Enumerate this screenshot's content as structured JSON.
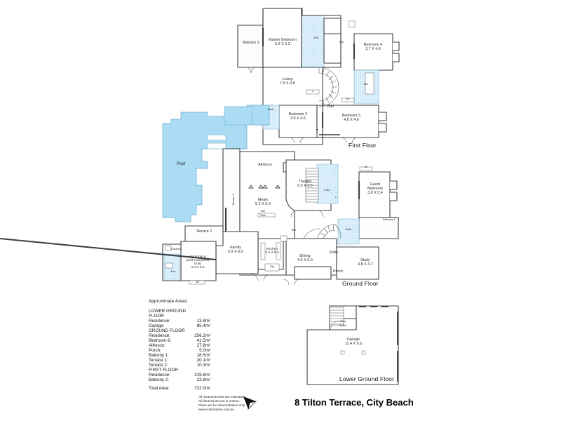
{
  "document": {
    "type": "real-estate-floorplan",
    "title": "8 Tilton Terrace, City Beach",
    "disclaimer": [
      "All measurements are estimates",
      "All dimensions are in metres.",
      "Plans are for demonstration only.",
      "www.cribcreative.com.au"
    ],
    "north_arrow": "north-arrow-icon"
  },
  "colors": {
    "wall": "#3a3f45",
    "pool_fill": "#aadcf4",
    "pool_stroke": "#7fb8d4",
    "wet_fill": "#d6eefb",
    "floor_fill": "#ffffff",
    "balcony_fill": "#fbfbfb",
    "text": "#1c1c1c",
    "title": "#000000"
  },
  "floors": [
    {
      "id": "first-floor",
      "label": "First Floor",
      "rooms": [
        {
          "name": "Balcony 2",
          "dim": ""
        },
        {
          "name": "Master Bedroom",
          "dim": "5.0 X 6.3"
        },
        {
          "name": "Ens",
          "dim": ""
        },
        {
          "name": "Wir",
          "dim": ""
        },
        {
          "name": "Bedroom 4",
          "dim": "3.7 X 4.6"
        },
        {
          "name": "Living",
          "dim": "7.9 X 4.8"
        },
        {
          "name": "Ens",
          "dim": ""
        },
        {
          "name": "Bath",
          "dim": ""
        },
        {
          "name": "Bedroom 3",
          "dim": "3.9 X 4.6"
        },
        {
          "name": "Void",
          "dim": ""
        },
        {
          "name": "Bedroom 5",
          "dim": "4.6 X 4.6"
        },
        {
          "name": "blr",
          "dim": ""
        },
        {
          "name": "c",
          "dim": ""
        }
      ]
    },
    {
      "id": "ground-floor",
      "label": "Ground Floor",
      "rooms": [
        {
          "name": "Pool",
          "dim": ""
        },
        {
          "name": "Terrace 1",
          "dim": ""
        },
        {
          "name": "Alfresco",
          "dim": ""
        },
        {
          "name": "Theatre",
          "dim": "5.9 X 3.5"
        },
        {
          "name": "Meals",
          "dim": "5.2 X 5.0"
        },
        {
          "name": "fish tank",
          "dim": ""
        },
        {
          "name": "L'dry",
          "dim": ""
        },
        {
          "name": "blr",
          "dim": ""
        },
        {
          "name": "Guest Bedroom",
          "dim": "3.8 X 5.4"
        },
        {
          "name": "Balcony 1",
          "dim": ""
        },
        {
          "name": "Bath",
          "dim": ""
        },
        {
          "name": "Terrace 2",
          "dim": ""
        },
        {
          "name": "Kitchen",
          "dim": ""
        },
        {
          "name": "Ens",
          "dim": ""
        },
        {
          "name": "Bedroom 6 (Self Contained Unit)",
          "dim": "4.4 X 6.5"
        },
        {
          "name": "Family",
          "dim": "5.9 X 6.0"
        },
        {
          "name": "Kitchen",
          "dim": "3.3 X 5.3"
        },
        {
          "name": "Pty",
          "dim": ""
        },
        {
          "name": "Bar",
          "dim": ""
        },
        {
          "name": "Dining",
          "dim": "4.0 X 6.0"
        },
        {
          "name": "Entry",
          "dim": ""
        },
        {
          "name": "Porch",
          "dim": ""
        },
        {
          "name": "Study",
          "dim": "4.8 X 4.7"
        },
        {
          "name": "blr",
          "dim": ""
        }
      ]
    },
    {
      "id": "lower-ground-floor",
      "label": "Lower Ground Floor",
      "rooms": [
        {
          "name": "Wine Cellar",
          "dim": ""
        },
        {
          "name": "Garage",
          "dim": "11.4 X 9.5"
        }
      ]
    }
  ],
  "room_labels": {
    "balcony2": "Balcony 2",
    "master_bedroom": "Master Bedroom",
    "master_bedroom_dim": "5.0 X 6.3",
    "ens_master": "Ens",
    "wir": "Wir",
    "bedroom4": "Bedroom 4",
    "bedroom4_dim": "3.7 X 4.6",
    "living": "Living",
    "living_dim": "7.9 X 4.8",
    "ens_upper": "Ens",
    "bath_upper": "Bath",
    "bedroom3": "Bedroom 3",
    "bedroom3_dim": "3.9 X 4.6",
    "void": "Void",
    "bedroom5": "Bedroom 5",
    "bedroom5_dim": "4.6 X 4.6",
    "pool": "Pool",
    "terrace1": "Terrace 1",
    "alfresco": "Alfresco",
    "theatre": "Theatre",
    "theatre_dim": "5.9 X 3.5",
    "meals": "Meals",
    "meals_dim": "5.2 X 5.0",
    "fish": "fish",
    "tank": "Tank",
    "ldry": "L'dry",
    "blr1": "blr",
    "guest_bedroom": "Guest",
    "guest_bedroom2": "Bedroom",
    "guest_bedroom_dim": "3.8 X 5.4",
    "balcony1": "Balcony 1",
    "bath_lower": "Bath",
    "terrace2": "Terrace 2",
    "kitchen_unit": "Kitchen",
    "ens_unit": "Ens",
    "bedroom6_l1": "Bedroom 6",
    "bedroom6_l2": "(Self Contained",
    "bedroom6_l3": "Unit)",
    "bedroom6_dim": "4.4 X 6.5",
    "family": "Family",
    "family_dim": "5.9 X 6.0",
    "kitchen_main": "Kitchen",
    "kitchen_main_dim": "3.3 X 5.3",
    "pty": "Pty",
    "bar": "Bar",
    "dining": "Dining",
    "dining_dim": "4.0 X 6.0",
    "entry": "Entry",
    "porch": "Porch",
    "study": "Study",
    "study_dim": "4.8 X 4.7",
    "blr_bed6": "blr",
    "blr_upper": "blr",
    "c_upper": "c",
    "c_ground": "c",
    "wine_cellar_l1": "Wine",
    "wine_cellar_l2": "Cellar",
    "garage": "Garage",
    "garage_dim": "11.4 X 9.5"
  },
  "floor_titles": {
    "first": "First Floor",
    "ground": "Ground Floor",
    "lower": "Lower Ground Floor"
  },
  "areas": {
    "heading": "Approximate Areas",
    "sections": [
      {
        "name": "LOWER GROUND FLOOR",
        "name_line1": "LOWER GROUND",
        "name_line2": "FLOOR",
        "rows": [
          {
            "label": "Residence:",
            "value": "13.8m²"
          },
          {
            "label": "Garage:",
            "value": "85.4m²"
          }
        ]
      },
      {
        "name": "GROUND FLOOR",
        "rows": [
          {
            "label": "Residence:",
            "value": "256.2m²"
          },
          {
            "label": "Bedroom 6:",
            "value": "41.5m²"
          },
          {
            "label": "Alfresco:",
            "value": "27.8m²"
          },
          {
            "label": "Porch:",
            "value": "5.0m²"
          },
          {
            "label": "Balcony 1:",
            "value": "18.5m²"
          },
          {
            "label": "Terrace 1:",
            "value": "20.1m²"
          },
          {
            "label": "Terrace 2:",
            "value": "10.3m²"
          }
        ]
      },
      {
        "name": "FIRST FLOOR",
        "rows": [
          {
            "label": "Residence:",
            "value": "219.6m²"
          },
          {
            "label": "Balcony 2:",
            "value": "23.8m²"
          }
        ]
      }
    ],
    "total": {
      "label": "Total Area:",
      "value": "722.0m²"
    }
  }
}
